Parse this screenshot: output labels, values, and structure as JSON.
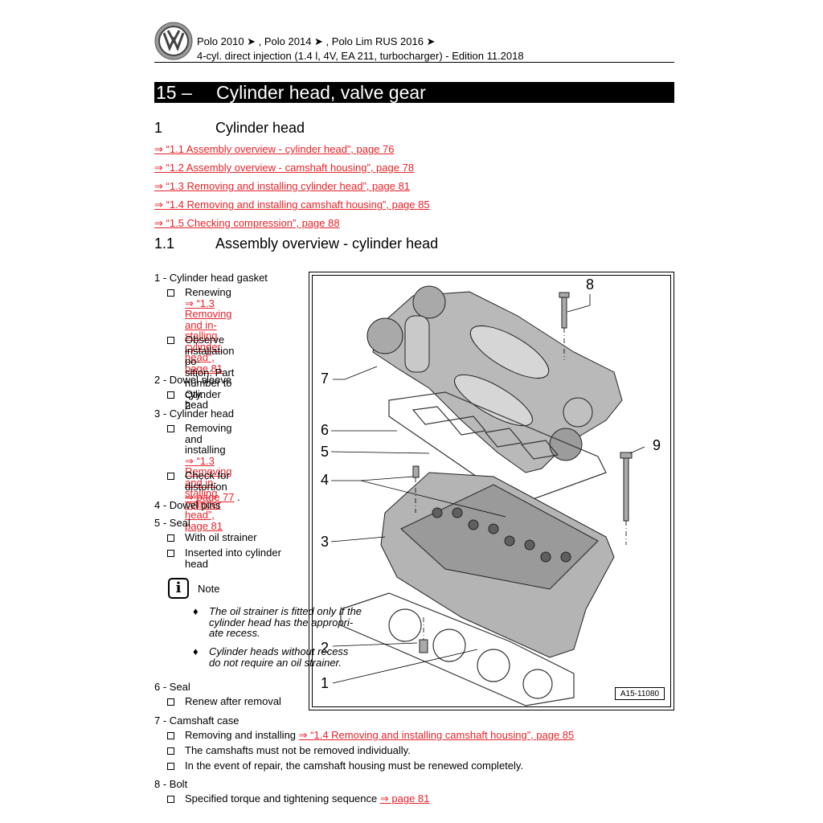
{
  "header": {
    "line1": "Polo 2010 ➤ , Polo 2014 ➤ , Polo Lim RUS 2016 ➤",
    "line2": "4-cyl. direct injection (1.4 l, 4V, EA 211, turbocharger) - Edition 11.2018",
    "logo_icon": "vw-logo-icon"
  },
  "chapter": {
    "number": "15 –",
    "title": "Cylinder head, valve gear"
  },
  "section1": {
    "number": "1",
    "title": "Cylinder head"
  },
  "links": [
    "⇒ “1.1 Assembly overview - cylinder head”, page 76",
    "⇒ “1.2 Assembly overview - camshaft housing”, page 78",
    "⇒ “1.3 Removing and installing cylinder head”, page 81",
    "⇒ “1.4 Removing and installing camshaft housing”, page 85",
    "⇒ “1.5 Checking compression”, page 88"
  ],
  "section11": {
    "number": "1.1",
    "title": "Assembly overview - cylinder head"
  },
  "items": {
    "i1": {
      "head": "1 - Cylinder head gasket",
      "b1_text": "Renewing",
      "b1_link": [
        "⇒ “1.3 Removing and in-",
        "stalling cylinder head”,",
        "page 81"
      ],
      "b2_lines": [
        "Observe installation po-",
        "sition: Part number to",
        "cylinder head"
      ]
    },
    "i2": {
      "head": "2 - Dowel sleeve",
      "b1_text": "Qty. 2"
    },
    "i3": {
      "head": "3 - Cylinder head",
      "b1_text": "Removing and installing",
      "b1_link": [
        "⇒ “1.3 Removing and in-",
        "stalling cylinder head”,",
        "page 81"
      ],
      "b2_text": "Check for distortion",
      "b2_link": "⇒ page 77",
      "b2_after": "."
    },
    "i4": {
      "head": "4 - Dowel pins"
    },
    "i5": {
      "head": "5 - Seal",
      "b1_text": "With oil strainer",
      "b2_lines": [
        "Inserted into cylinder",
        "head"
      ],
      "note_label": "Note",
      "note1": [
        "The oil strainer is fitted only if the",
        "cylinder head has the appropri-",
        "ate recess."
      ],
      "note2": [
        "Cylinder heads without recess",
        "do not require an oil strainer."
      ]
    },
    "i6": {
      "head": "6 - Seal",
      "b1_text": "Renew after removal"
    },
    "i7": {
      "head": "7 - Camshaft case",
      "b1_text": "Removing and installing",
      "b1_link": "⇒ “1.4 Removing and installing camshaft housing”, page 85",
      "b2_text": "The camshafts must not be removed individually.",
      "b3_text": "In the event of repair, the camshaft housing must be renewed completely."
    },
    "i8": {
      "head": "8 - Bolt",
      "b1_text": "Specified torque and tightening sequence",
      "b1_link": "⇒ page 81"
    }
  },
  "figure": {
    "ref": "A15-11080",
    "callouts": [
      "8",
      "7",
      "6",
      "5",
      "9",
      "4",
      "3",
      "2",
      "1"
    ]
  },
  "colors": {
    "link": "#e8232a",
    "chapter_bar": "#000000"
  }
}
